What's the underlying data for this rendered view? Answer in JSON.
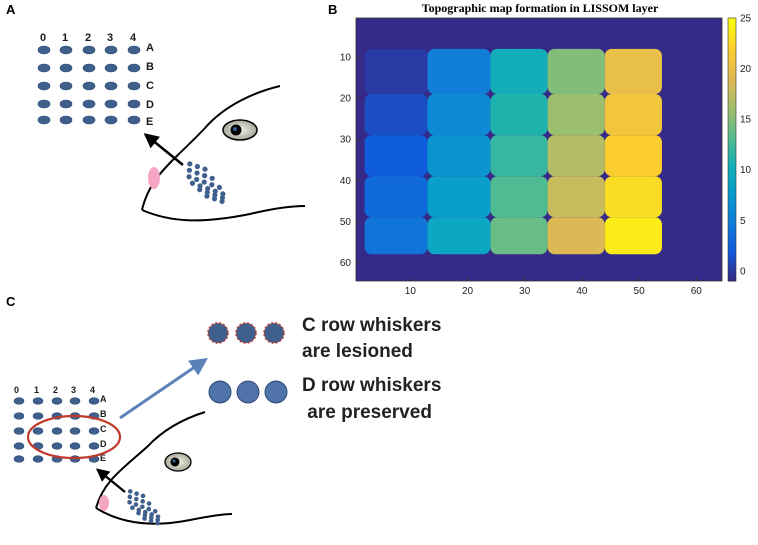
{
  "panels": {
    "a": "A",
    "b": "B",
    "c": "C"
  },
  "panel_a": {
    "columns": [
      "0",
      "1",
      "2",
      "3",
      "4"
    ],
    "rows": [
      "A",
      "B",
      "C",
      "D",
      "E"
    ]
  },
  "panel_c": {
    "columns": [
      "0",
      "1",
      "2",
      "3",
      "4"
    ],
    "rows": [
      "A",
      "B",
      "C",
      "D",
      "E"
    ],
    "lesioned_text": [
      "C row whiskers",
      "are lesioned"
    ],
    "preserved_text": [
      "D row whiskers",
      " are preserved"
    ]
  },
  "colors": {
    "whisker": "#3f5f8c",
    "lesion_ring": "#c0392b",
    "arrow_blue": "#5b82b8",
    "nose": "#f4a6c4"
  },
  "chart_data": {
    "type": "heatmap",
    "title": "Topographic map formation in LISSOM layer",
    "xlabel": "",
    "ylabel": "",
    "xlim": [
      0.5,
      64.5
    ],
    "ylim": [
      64.5,
      0.5
    ],
    "x_ticks": [
      10,
      20,
      30,
      40,
      50,
      60
    ],
    "y_ticks": [
      10,
      20,
      30,
      40,
      50,
      60
    ],
    "colorbar_ticks": [
      0,
      5,
      10,
      15,
      20,
      25
    ],
    "clim": [
      -1,
      25
    ],
    "colormap": "parula",
    "background_value": -1,
    "patches": [
      {
        "col": 0,
        "row": 0,
        "value": 0
      },
      {
        "col": 0,
        "row": 1,
        "value": 1
      },
      {
        "col": 0,
        "row": 2,
        "value": 2
      },
      {
        "col": 0,
        "row": 3,
        "value": 3
      },
      {
        "col": 0,
        "row": 4,
        "value": 4
      },
      {
        "col": 1,
        "row": 0,
        "value": 5
      },
      {
        "col": 1,
        "row": 1,
        "value": 6
      },
      {
        "col": 1,
        "row": 2,
        "value": 7
      },
      {
        "col": 1,
        "row": 3,
        "value": 8
      },
      {
        "col": 1,
        "row": 4,
        "value": 9
      },
      {
        "col": 2,
        "row": 0,
        "value": 10
      },
      {
        "col": 2,
        "row": 1,
        "value": 11
      },
      {
        "col": 2,
        "row": 2,
        "value": 12
      },
      {
        "col": 2,
        "row": 3,
        "value": 13
      },
      {
        "col": 2,
        "row": 4,
        "value": 14
      },
      {
        "col": 3,
        "row": 0,
        "value": 15
      },
      {
        "col": 3,
        "row": 1,
        "value": 16
      },
      {
        "col": 3,
        "row": 2,
        "value": 17
      },
      {
        "col": 3,
        "row": 3,
        "value": 18
      },
      {
        "col": 3,
        "row": 4,
        "value": 19
      },
      {
        "col": 4,
        "row": 0,
        "value": 20
      },
      {
        "col": 4,
        "row": 1,
        "value": 21
      },
      {
        "col": 4,
        "row": 2,
        "value": 22
      },
      {
        "col": 4,
        "row": 3,
        "value": 23
      },
      {
        "col": 4,
        "row": 4,
        "value": 24
      }
    ]
  }
}
